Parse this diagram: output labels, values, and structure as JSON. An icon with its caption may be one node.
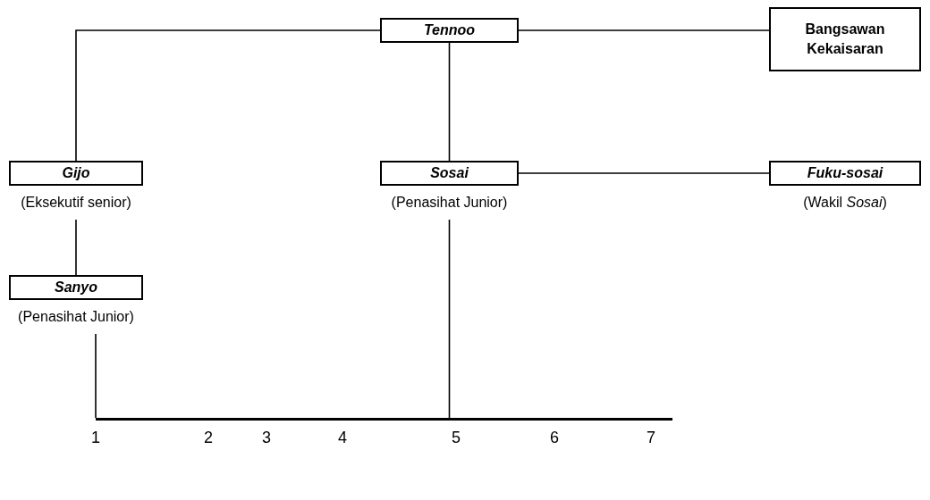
{
  "diagram": {
    "nodes": [
      {
        "text": [
          "Tennoo"
        ]
      },
      {
        "text": [
          "Bangsawan Kekaisaran"
        ]
      },
      {
        "text": [
          "Gijo"
        ],
        "beside": [
          "(Eksekutif senior)"
        ]
      },
      {
        "text": [
          "Sosai"
        ],
        "beside": [
          "(Penasihat Junior)"
        ]
      },
      {
        "text": [
          "Fuku-sosai"
        ],
        "beside": [
          "(Wakil *Sosai*)"
        ]
      },
      {
        "text": [
          "Sanyo"
        ],
        "beside": [
          "(Penasihat Junior)"
        ]
      },
      {
        "text": [],
        "shape": "bar"
      }
    ],
    "edges": [
      {
        "from": 0,
        "to": 2,
        "arrow": "none"
      },
      {
        "from": 0,
        "to": 1,
        "arrow": "none"
      },
      {
        "from": 0,
        "to": 3,
        "arrow": "none"
      },
      {
        "from": 3,
        "to": 4,
        "arrow": "none"
      },
      {
        "from": 2,
        "to": 5,
        "arrow": "none"
      },
      {
        "from": 5,
        "to": 6,
        "arrow": "none"
      },
      {
        "from": 3,
        "to": 6,
        "arrow": "none"
      }
    ],
    "labels": [
      "1",
      "2",
      "3",
      "4",
      "5",
      "6",
      "7"
    ]
  }
}
